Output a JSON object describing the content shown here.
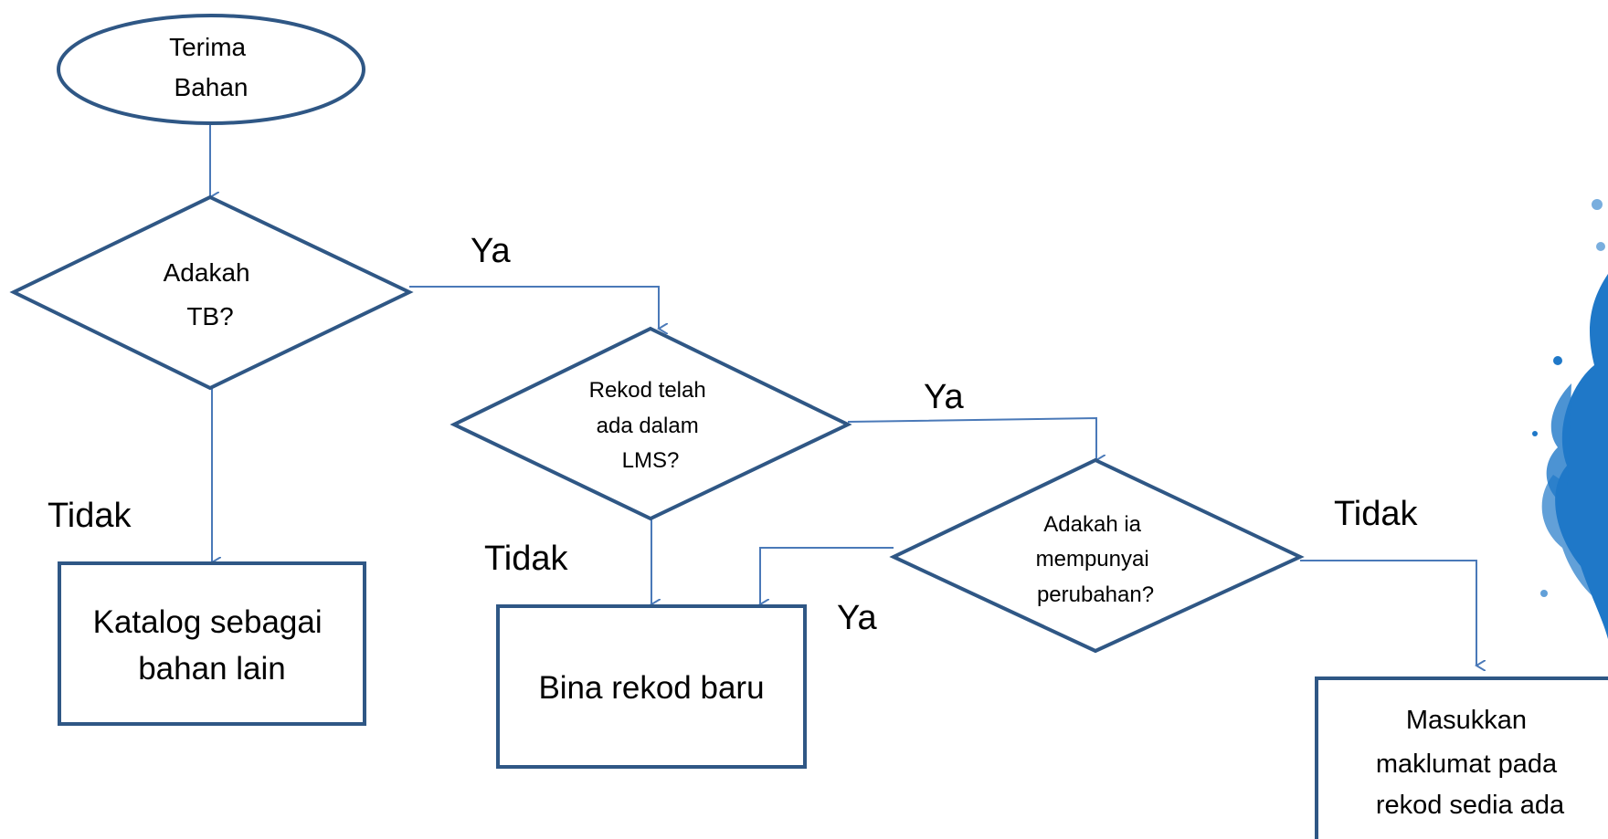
{
  "colors": {
    "shape_stroke": "#2f5785",
    "connector": "#4a79b8",
    "splash": "#1f78c8"
  },
  "nodes": {
    "start": {
      "lines": [
        "Terima",
        "Bahan"
      ]
    },
    "decision1": {
      "lines": [
        "Adakah",
        "TB?"
      ]
    },
    "decision2": {
      "lines": [
        "Rekod telah",
        "ada dalam",
        "LMS?"
      ]
    },
    "decision3": {
      "lines": [
        "Adakah ia",
        "mempunyai",
        "perubahan?"
      ]
    },
    "process1": {
      "lines": [
        "Katalog sebagai",
        "bahan lain"
      ]
    },
    "process2": {
      "lines": [
        "Bina rekod baru"
      ]
    },
    "process3": {
      "lines": [
        "Masukkan",
        "maklumat pada",
        "rekod sedia ada"
      ]
    }
  },
  "branches": {
    "d1_yes": "Ya",
    "d1_no": "Tidak",
    "d2_yes": "Ya",
    "d2_no": "Tidak",
    "d3_yes": "Ya",
    "d3_no": "Tidak"
  }
}
